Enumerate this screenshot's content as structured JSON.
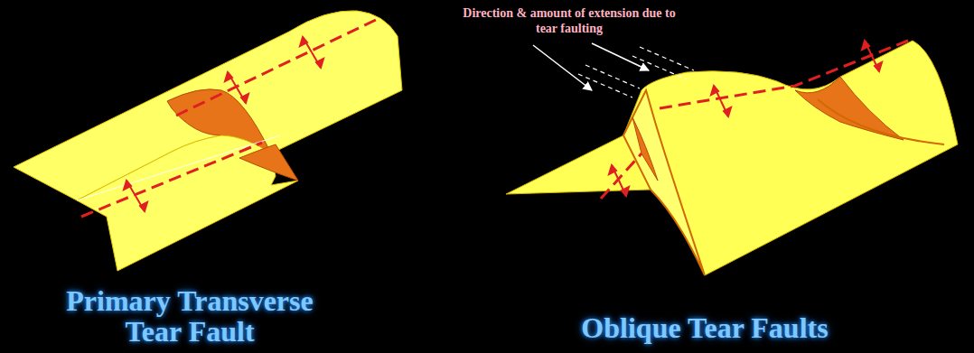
{
  "diagram": {
    "labels": [
      "Direction & amount of extension due to tear faulting",
      "Primary Transverse Tear Fault",
      "Oblique Tear Faults"
    ]
  }
}
